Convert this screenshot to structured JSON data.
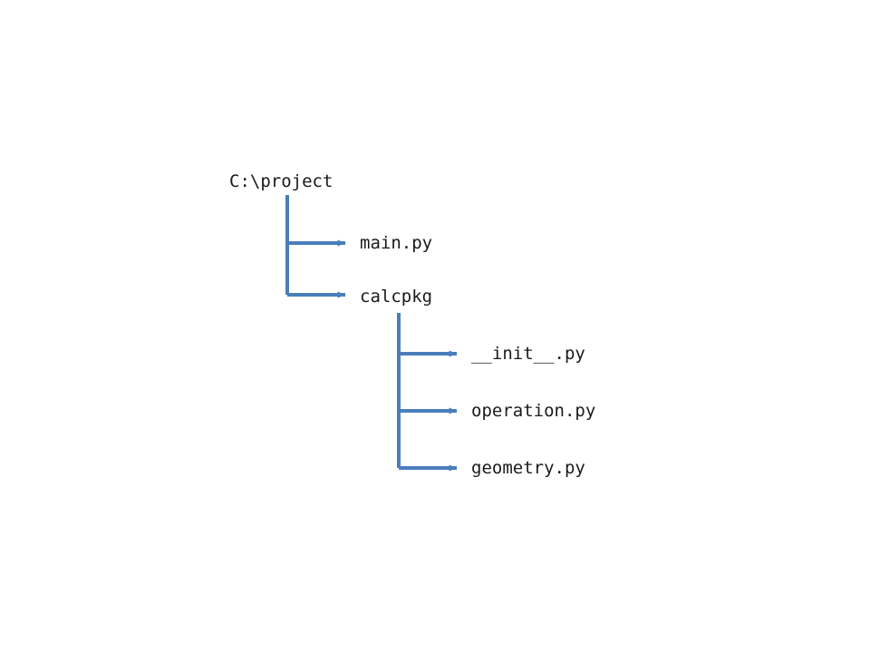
{
  "diagram": {
    "type": "directory-tree",
    "background_color": "#ffffff",
    "connector_color": "#4a7ebb",
    "text_color": "#1a1a1a",
    "nodes": [
      {
        "id": "root",
        "label": "C:\\project",
        "depth": 0,
        "kind": "folder"
      },
      {
        "id": "main",
        "label": "main.py",
        "depth": 1,
        "kind": "file"
      },
      {
        "id": "calcpkg",
        "label": "calcpkg",
        "depth": 1,
        "kind": "folder"
      },
      {
        "id": "init",
        "label": "__init__.py",
        "depth": 2,
        "kind": "file"
      },
      {
        "id": "operation",
        "label": "operation.py",
        "depth": 2,
        "kind": "file"
      },
      {
        "id": "geometry",
        "label": "geometry.py",
        "depth": 2,
        "kind": "file"
      }
    ],
    "edges": [
      {
        "from": "root",
        "to": "main"
      },
      {
        "from": "root",
        "to": "calcpkg"
      },
      {
        "from": "calcpkg",
        "to": "init"
      },
      {
        "from": "calcpkg",
        "to": "operation"
      },
      {
        "from": "calcpkg",
        "to": "geometry"
      }
    ]
  }
}
